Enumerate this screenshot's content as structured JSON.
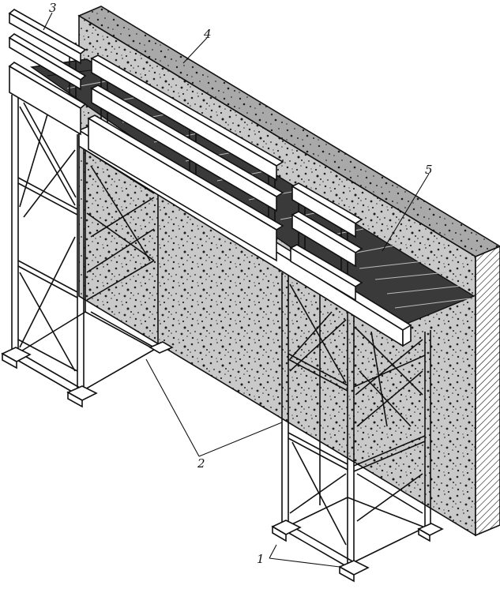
{
  "figure": {
    "callouts": {
      "support_bases": "1",
      "support_towers": "2",
      "guard_railing": "3",
      "concrete_wall": "4",
      "deck_boards": "5"
    }
  }
}
